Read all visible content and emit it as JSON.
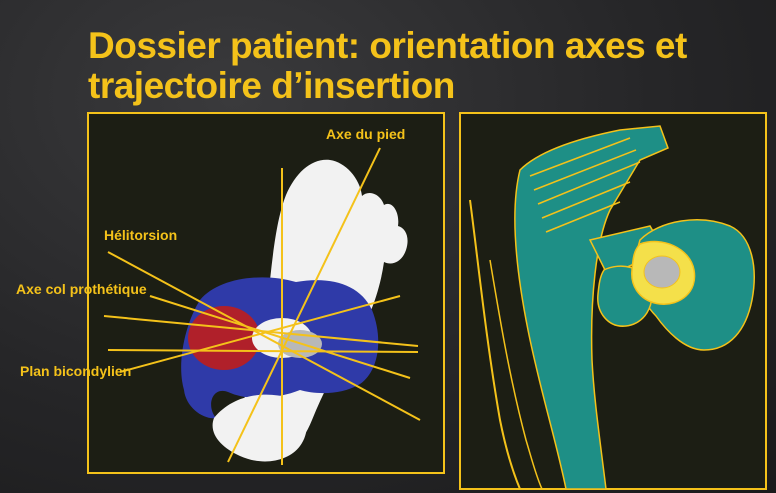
{
  "slide": {
    "title_line1": "Dossier patient: orientation axes et",
    "title_line2": "trajectoire d’insertion"
  },
  "left_panel": {
    "labels": {
      "foot_axis": "Axe du pied",
      "helitorsion": "Hélitorsion",
      "prosthetic_neck_axis": "Axe col prothétique",
      "bicondylar_plane": "Plan bicondylien"
    }
  },
  "colors": {
    "accent": "#f4c21a",
    "panel_bg": "#1c1e14",
    "femur_blue": "#2f3aa8",
    "condyle_red": "#b0202a",
    "implant_teal": "#1e8f86",
    "foot_white": "#f2f2f2"
  }
}
